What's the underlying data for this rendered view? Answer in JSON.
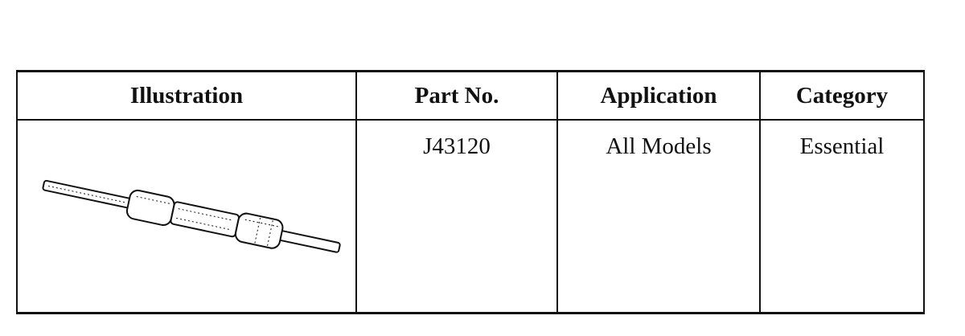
{
  "table": {
    "headers": {
      "illustration": "Illustration",
      "part_no": "Part No.",
      "application": "Application",
      "category": "Category"
    },
    "rows": [
      {
        "illustration_icon": "connector-tool-icon",
        "part_no": "J43120",
        "application": "All Models",
        "category": "Essential"
      }
    ]
  }
}
